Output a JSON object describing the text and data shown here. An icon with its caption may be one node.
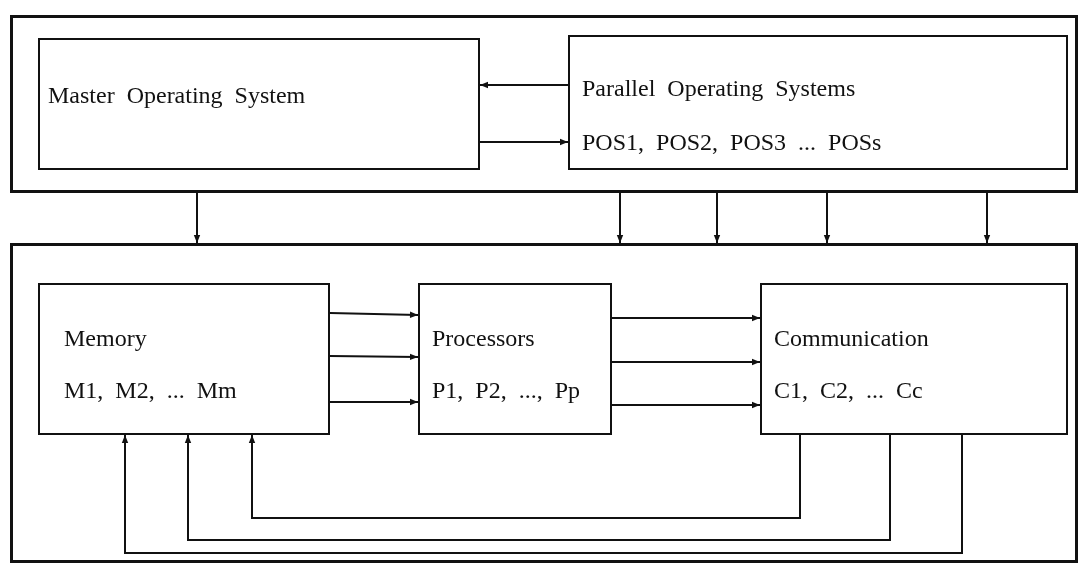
{
  "diagram": {
    "nodes": [
      {
        "text": [],
        "shape": "box"
      },
      {
        "text": [
          "Master Operating System"
        ],
        "in": 0
      },
      {
        "text": [
          "Parallel Operating Systems",
          "POS1, POS2, POS3 ... POSs"
        ],
        "in": 0
      },
      {
        "text": [],
        "shape": "box"
      },
      {
        "text": [
          "Memory",
          "M1, M2, ... Mm"
        ],
        "in": 3
      },
      {
        "text": [
          "Processors",
          "P1, P2, ..., Pp"
        ],
        "in": 3
      },
      {
        "text": [
          "Communication",
          "C1, C2, ... Cc"
        ],
        "in": 3
      }
    ],
    "edges": [
      {
        "from": 2,
        "to": 1,
        "arrow": "to"
      },
      {
        "from": 1,
        "to": 2,
        "arrow": "to"
      },
      {
        "from": 0,
        "to": 3,
        "arrow": "to"
      },
      {
        "from": 0,
        "to": 3,
        "arrow": "to"
      },
      {
        "from": 0,
        "to": 3,
        "arrow": "to"
      },
      {
        "from": 0,
        "to": 3,
        "arrow": "to"
      },
      {
        "from": 0,
        "to": 3,
        "arrow": "to"
      },
      {
        "from": 4,
        "to": 5,
        "arrow": "to"
      },
      {
        "from": 4,
        "to": 5,
        "arrow": "to"
      },
      {
        "from": 4,
        "to": 5,
        "arrow": "to"
      },
      {
        "from": 5,
        "to": 6,
        "arrow": "to"
      },
      {
        "from": 5,
        "to": 6,
        "arrow": "to"
      },
      {
        "from": 5,
        "to": 6,
        "arrow": "to"
      },
      {
        "from": 6,
        "to": 4,
        "arrow": "to"
      },
      {
        "from": 6,
        "to": 4,
        "arrow": "to"
      },
      {
        "from": 6,
        "to": 4,
        "arrow": "to"
      }
    ]
  }
}
